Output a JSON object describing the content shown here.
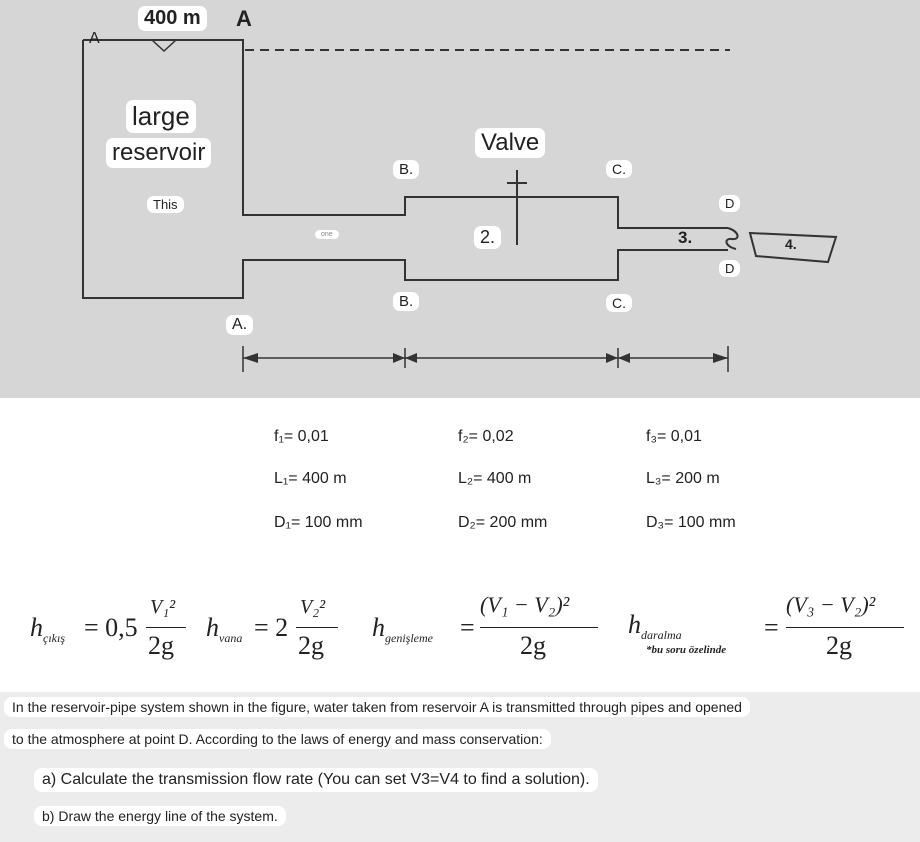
{
  "diagram": {
    "labels": {
      "point_a_top": "A",
      "point_a_left": "A",
      "elevation": "400 m",
      "reservoir_line1": "large",
      "reservoir_line2": "reservoir",
      "reservoir_note": "This",
      "pipe1_label": "one",
      "valve": "Valve",
      "pipe2_label": "2.",
      "pipe3_label": "3.",
      "outlet_label": "4.",
      "point_b_top": "B.",
      "point_b_bottom": "B.",
      "point_c_top": "C.",
      "point_c_bottom": "C.",
      "point_d_top": "D",
      "point_d_bottom": "D",
      "point_a_bottom": "A."
    }
  },
  "pipes": [
    {
      "f": "f₁= 0,01",
      "L": "L₁= 400 m",
      "D": "D₁= 100 mm"
    },
    {
      "f": "f₂= 0,02",
      "L": "L₂= 400 m",
      "D": "D₂= 200 mm"
    },
    {
      "f": "f₃= 0,01",
      "L": "L₃= 200 m",
      "D": "D₃= 100 mm"
    }
  ],
  "equations": {
    "h_exit": "h",
    "h_exit_sub": "çıkış",
    "h_exit_rhs": "= 0,5",
    "h_valve": "h",
    "h_valve_sub": "vana",
    "h_valve_rhs": "= 2",
    "h_exp": "h",
    "h_exp_sub": "genişleme",
    "h_contr": "h",
    "h_contr_sub": "daralma",
    "h_contr_note": "*bu soru özelinde",
    "eq_sign": "=",
    "v1sq": "V₁²",
    "v2sq": "V₂²",
    "two_g": "2g",
    "v1v2": "(V₁ − V₂)²",
    "v3v2": "(V₃ − V₂)²"
  },
  "problem": {
    "line1": "In the reservoir-pipe system shown in the figure, water taken from reservoir A is transmitted through pipes and opened",
    "line2": "to the atmosphere at point D. According to the laws of energy and mass conservation:",
    "q_a": "a) Calculate the transmission flow rate (You can set V3=V4 to find a solution).",
    "q_b": "b) Draw the energy line of the system."
  }
}
